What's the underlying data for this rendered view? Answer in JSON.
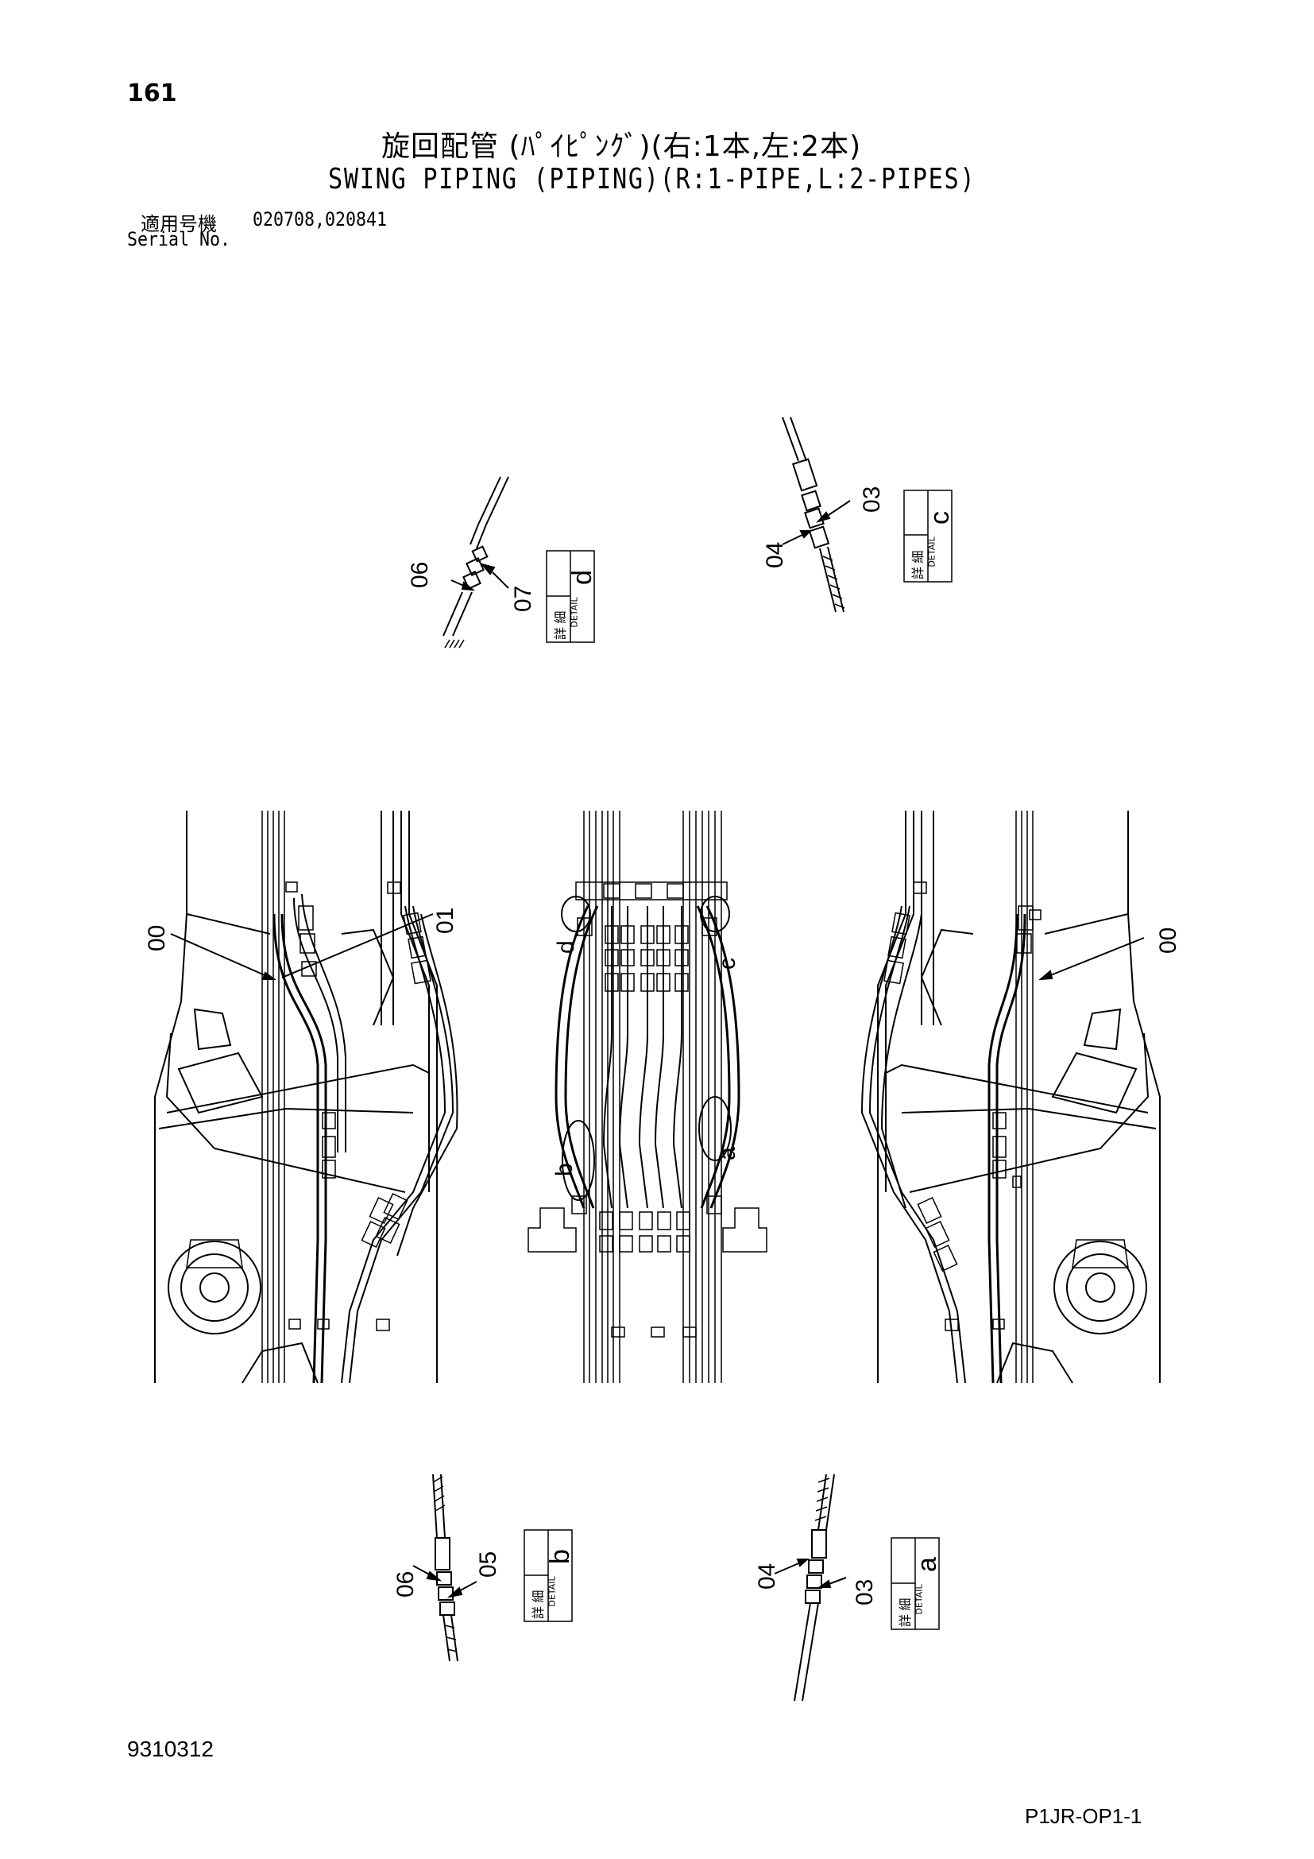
{
  "header": {
    "page_number": "161",
    "title_jp": "旋回配管 (ﾊﾟｲﾋﾟﾝｸﾞ)(右:1本,左:2本)",
    "title_en": "SWING PIPING (PIPING)(R:1-PIPE,L:2-PIPES)",
    "serial_label_jp": "適用号機",
    "serial_values": "020708,020841",
    "serial_label_en": "Serial No."
  },
  "detail_label": {
    "jp": "詳 細",
    "en": "DETAIL"
  },
  "details": {
    "d": {
      "letter": "d",
      "parts": [
        "06",
        "07"
      ]
    },
    "c": {
      "letter": "c",
      "parts": [
        "04",
        "03"
      ]
    },
    "b": {
      "letter": "b",
      "parts": [
        "06",
        "05"
      ]
    },
    "a": {
      "letter": "a",
      "parts": [
        "04",
        "03"
      ]
    }
  },
  "main_callouts": {
    "left_00": "00",
    "left_01": "01",
    "right_00": "00",
    "center_d": "d",
    "center_c": "c",
    "center_b": "b",
    "center_a": "a"
  },
  "footer": {
    "drawing_code": "9310312",
    "sheet_code": "P1JR-OP1-1"
  }
}
